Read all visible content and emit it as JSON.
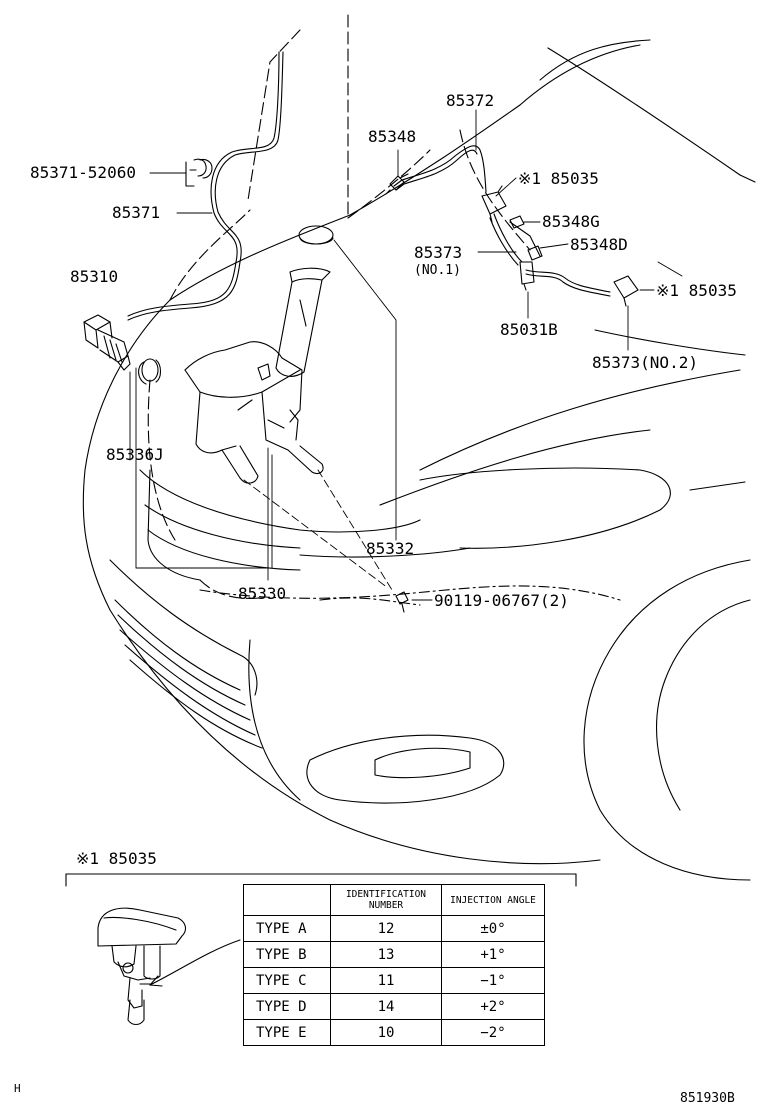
{
  "parts": {
    "p85371_52060": "85371-52060",
    "p85371": "85371",
    "p85310": "85310",
    "p85336j": "85336J",
    "p85348": "85348",
    "p85372": "85372",
    "p85035_a": "※1 85035",
    "p85348g": "85348G",
    "p85373_no1": "85373",
    "p85373_no1_sub": "(NO.1)",
    "p85348d": "85348D",
    "p85035_b": "※1 85035",
    "p85031b": "85031B",
    "p85373_no2": "85373(NO.2)",
    "p85332": "85332",
    "p85330": "85330",
    "p90119": "90119-06767(2)"
  },
  "detail": {
    "title": "※1 85035"
  },
  "table": {
    "headers": [
      "",
      "IDENTIFICATION NUMBER",
      "INJECTION ANGLE"
    ],
    "rows": [
      {
        "type": "TYPE A",
        "id": "12",
        "angle": "±0°"
      },
      {
        "type": "TYPE B",
        "id": "13",
        "angle": "+1°"
      },
      {
        "type": "TYPE C",
        "id": "11",
        "angle": "−1°"
      },
      {
        "type": "TYPE D",
        "id": "14",
        "angle": "+2°"
      },
      {
        "type": "TYPE E",
        "id": "10",
        "angle": "−2°"
      }
    ]
  },
  "footer": {
    "left_code": "H",
    "right_code": "851930B"
  }
}
